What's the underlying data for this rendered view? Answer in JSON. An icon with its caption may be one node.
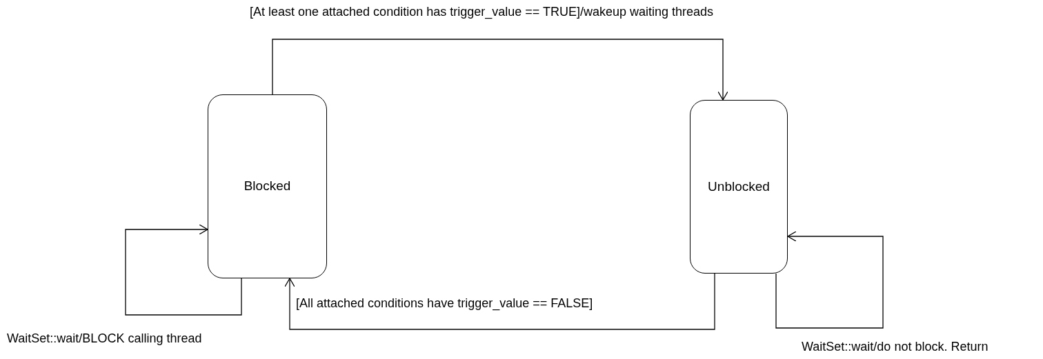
{
  "diagram": {
    "nodes": [
      {
        "text": [
          "Blocked"
        ]
      },
      {
        "text": [
          "Unblocked"
        ]
      }
    ],
    "edges": [
      {
        "from": 0,
        "to": 1,
        "arrow": "to",
        "label": "[At least one attached condition has trigger_value == TRUE]/wakeup  waiting threads"
      },
      {
        "from": 0,
        "to": 0,
        "arrow": "to",
        "label": "WaitSet::wait/BLOCK calling thread"
      },
      {
        "from": 1,
        "to": 0,
        "arrow": "to",
        "label": "[All attached conditions have trigger_value == FALSE]"
      },
      {
        "from": 1,
        "to": 1,
        "arrow": "to",
        "label": "WaitSet::wait/do not block. Return"
      }
    ]
  }
}
